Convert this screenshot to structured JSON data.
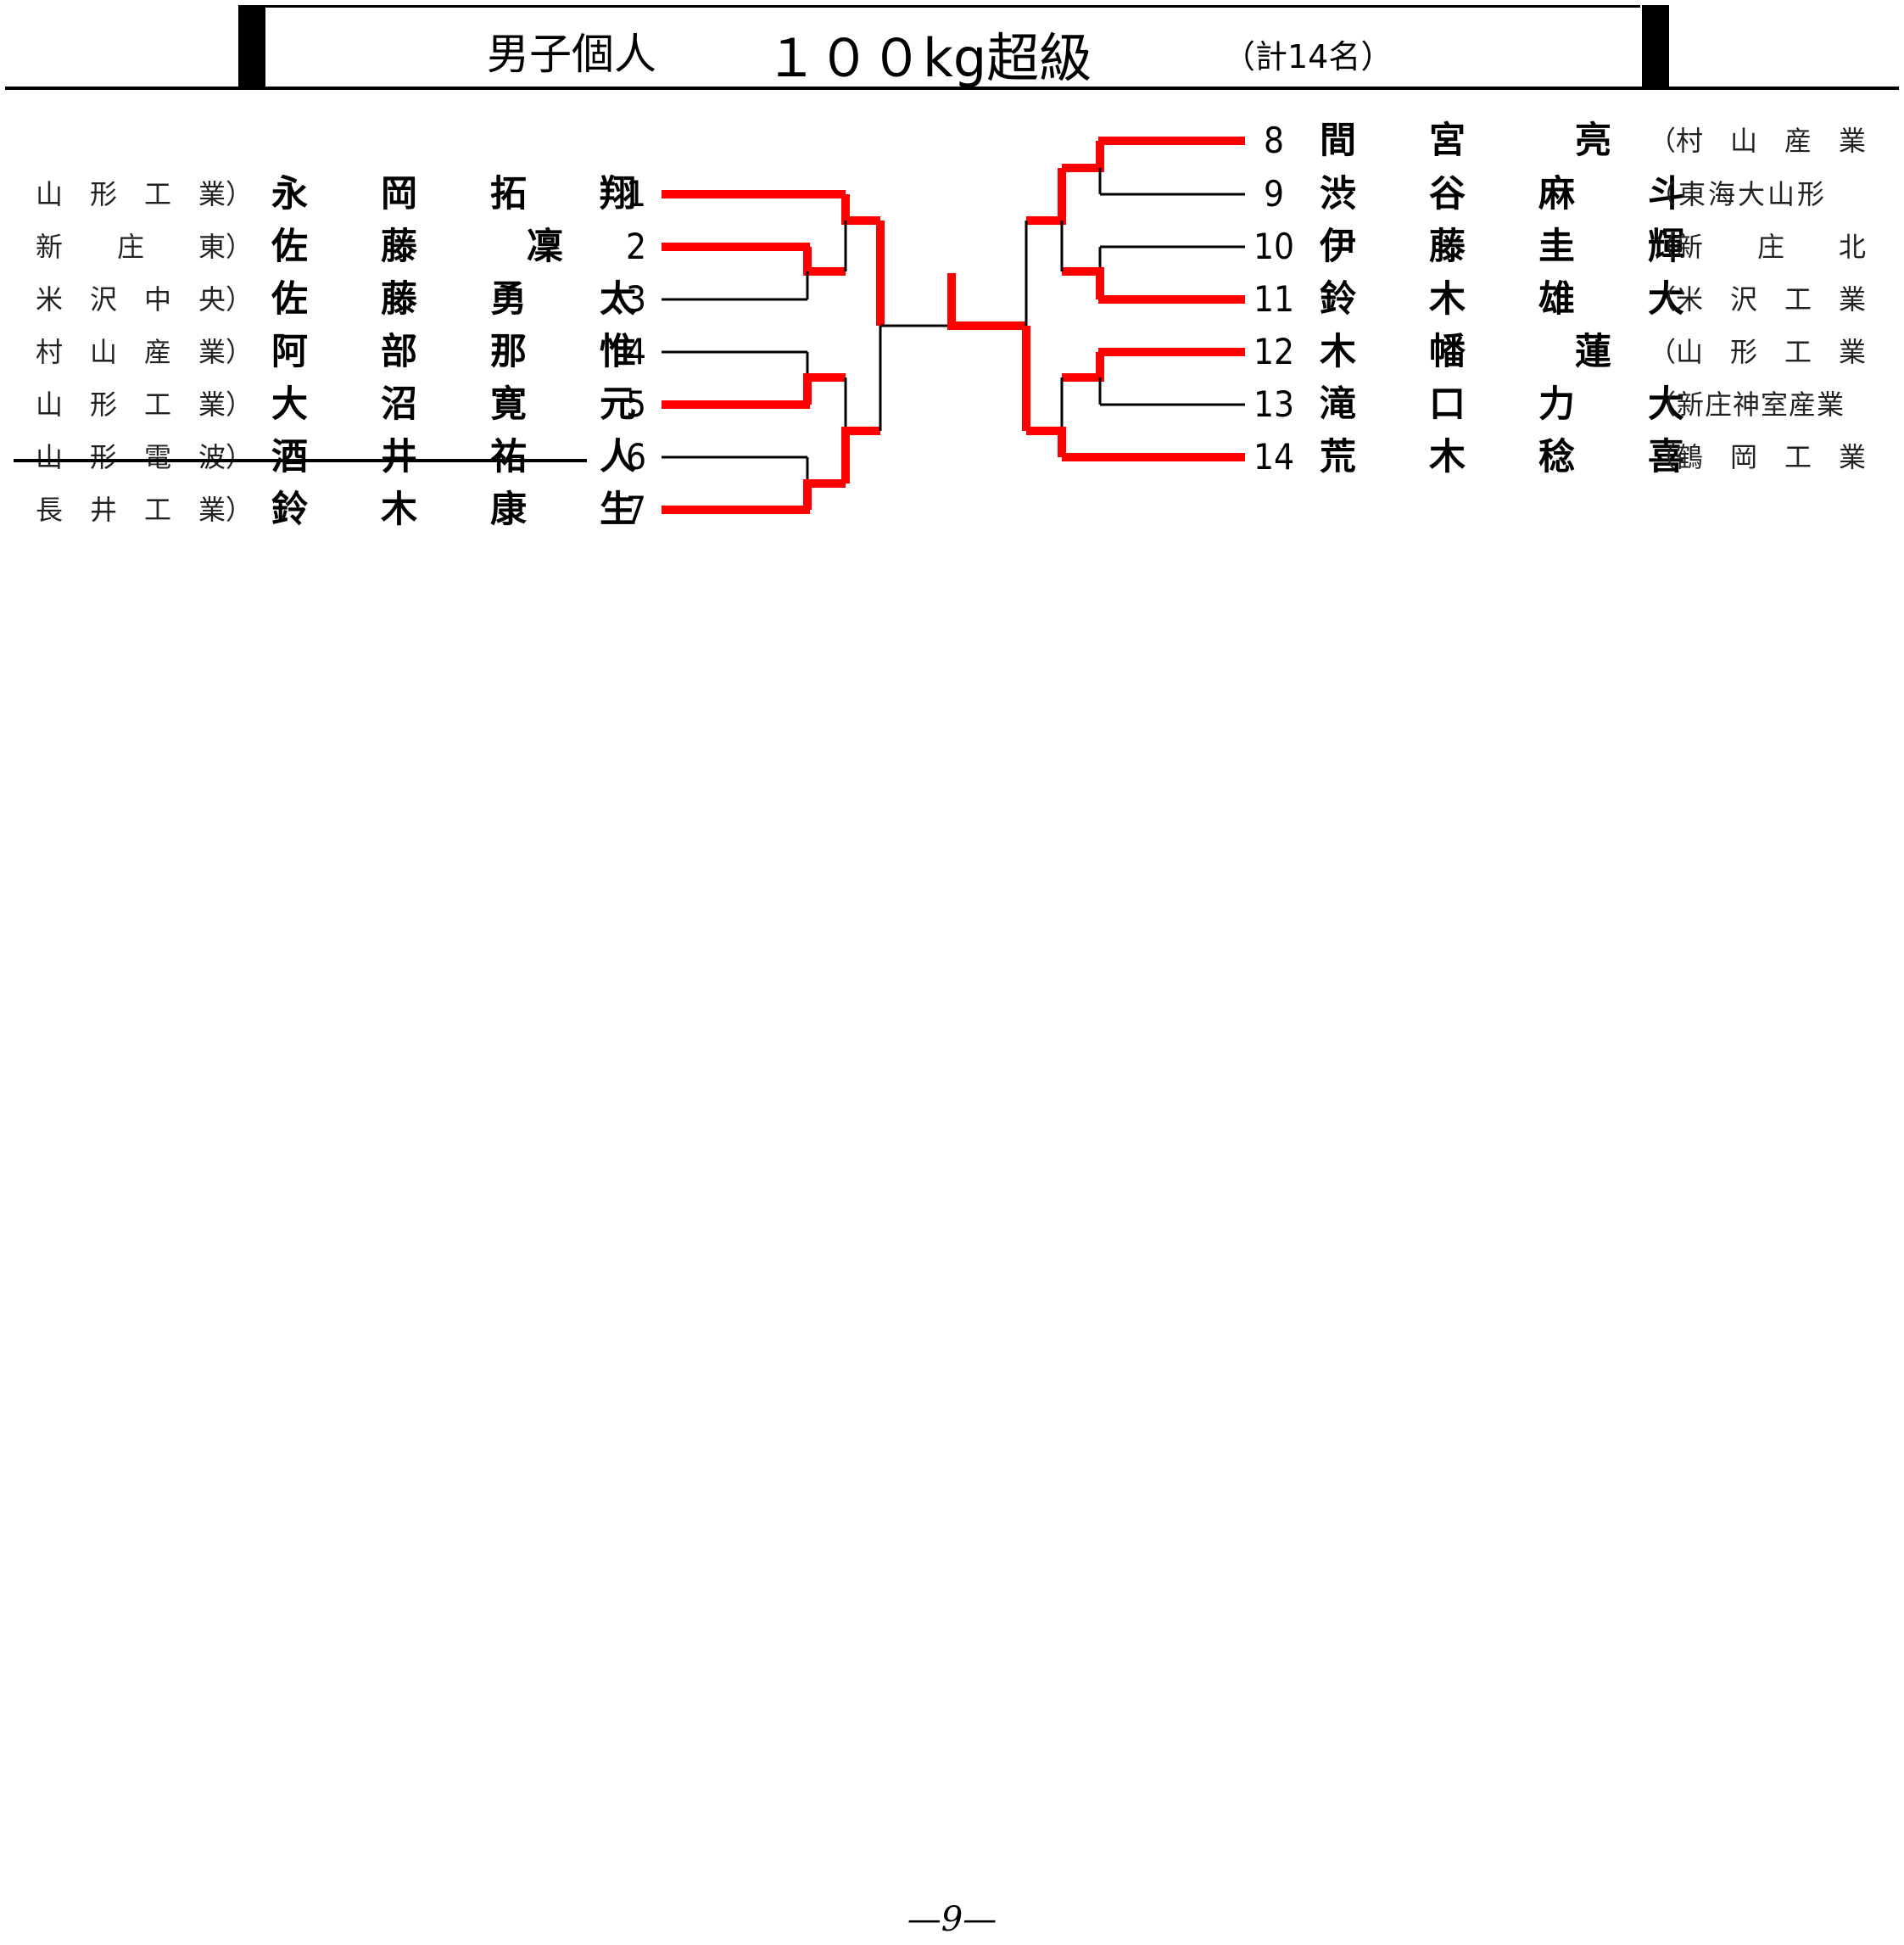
{
  "header": {
    "category": "男子個人",
    "weight_class": "１００kg超級",
    "count": "（計14名）"
  },
  "left_entries": [
    {
      "school": "山　形　工　業）",
      "name": "永　　岡　　拓　　翔",
      "seed": "1",
      "winner": true,
      "withdrawn": false
    },
    {
      "school": "新　　庄　　東）",
      "name": "佐　　藤　　　凜",
      "seed": "2",
      "winner": true,
      "withdrawn": false
    },
    {
      "school": "米　沢　中　央）",
      "name": "佐　　藤　　勇　　太",
      "seed": "3",
      "winner": false,
      "withdrawn": false
    },
    {
      "school": "村　山　産　業）",
      "name": "阿　　部　　那　　惟",
      "seed": "4",
      "winner": false,
      "withdrawn": false
    },
    {
      "school": "山　形　工　業）",
      "name": "大　　沼　　寛　　元",
      "seed": "5",
      "winner": true,
      "withdrawn": false
    },
    {
      "school": "山　形　電　波）",
      "name": "酒　　井　　祐　　人",
      "seed": "6",
      "winner": false,
      "withdrawn": true
    },
    {
      "school": "長　井　工　業）",
      "name": "鈴　　木　　康　　生",
      "seed": "7",
      "winner": true,
      "withdrawn": false
    }
  ],
  "right_entries": [
    {
      "seed": "8",
      "name": "間　　宮　　　亮",
      "school": "（村　山　産　業",
      "winner": true
    },
    {
      "seed": "9",
      "name": "渋　　谷　　麻　　斗",
      "school": "（東海大山形",
      "winner": false
    },
    {
      "seed": "10",
      "name": "伊　　藤　　圭　　輝",
      "school": "（新　　庄　　北",
      "winner": false
    },
    {
      "seed": "11",
      "name": "鈴　　木　　雄　　大",
      "school": "（米　沢　工　業",
      "winner": true
    },
    {
      "seed": "12",
      "name": "木　　幡　　　蓮",
      "school": "（山　形　工　業",
      "winner": true
    },
    {
      "seed": "13",
      "name": "滝　　口　　力　　大",
      "school": "（新庄神室産業",
      "winner": false
    },
    {
      "seed": "14",
      "name": "荒　　木　　稔　　喜",
      "school": "（鶴　岡　工　業",
      "winner": true
    }
  ],
  "colors": {
    "winner_line": "#ff0000",
    "loser_line": "#000000"
  },
  "footer": {
    "page_number": "—9—"
  }
}
